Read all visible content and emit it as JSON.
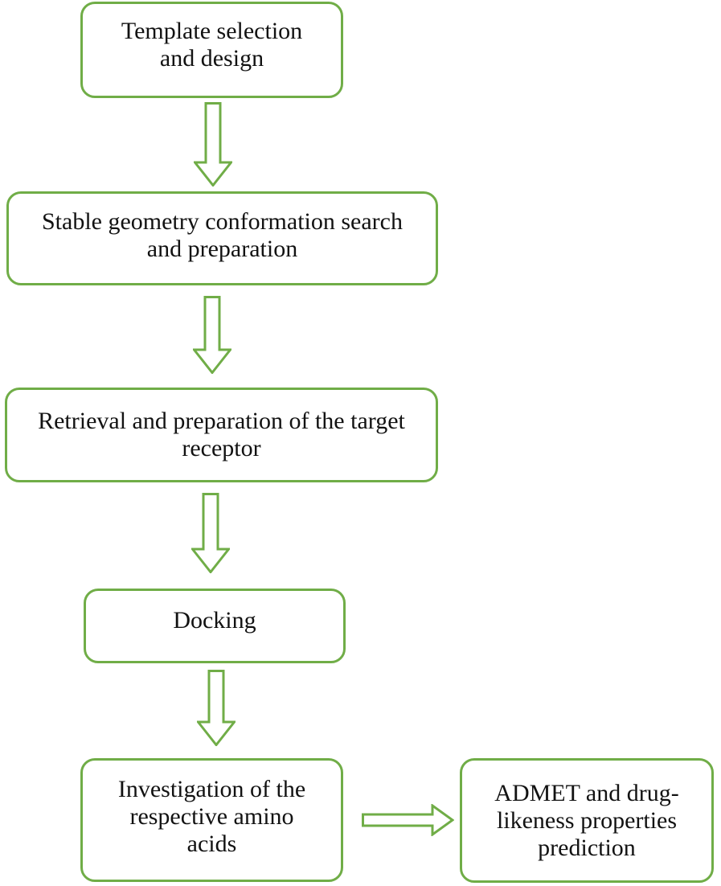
{
  "figure": {
    "type": "flowchart",
    "outline_color": "#70AD47",
    "text_color": "#121212",
    "background_color": "#ffffff"
  },
  "nodes": {
    "template": {
      "label": "Template selection\nand design"
    },
    "geometry": {
      "label": "Stable geometry conformation search\nand preparation"
    },
    "retrieval": {
      "label": "Retrieval and preparation of the target\nreceptor"
    },
    "docking": {
      "label": "Docking"
    },
    "amino": {
      "label": "Investigation of the\nrespective amino\nacids"
    },
    "admet": {
      "label": "ADMET and drug-\nlikeness properties\nprediction"
    }
  },
  "connectors": [
    {
      "from": "template",
      "to": "geometry",
      "direction": "down"
    },
    {
      "from": "geometry",
      "to": "retrieval",
      "direction": "down"
    },
    {
      "from": "retrieval",
      "to": "docking",
      "direction": "down"
    },
    {
      "from": "docking",
      "to": "amino",
      "direction": "down"
    },
    {
      "from": "amino",
      "to": "admet",
      "direction": "right"
    }
  ]
}
